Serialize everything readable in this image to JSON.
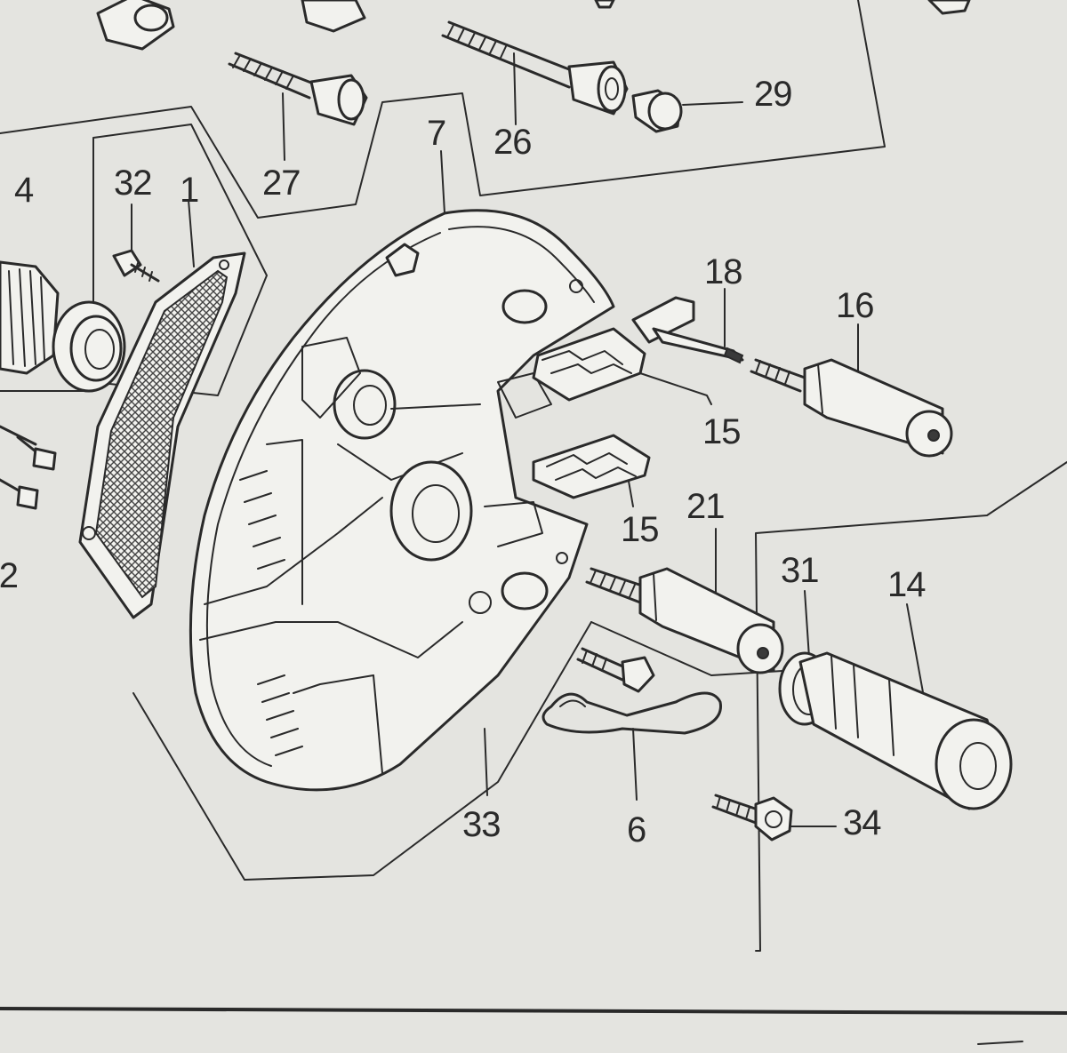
{
  "diagram": {
    "callouts": {
      "c29": "29",
      "c26": "26",
      "c7": "7",
      "c27": "27",
      "c32": "32",
      "c1": "1",
      "c4": "4",
      "c18": "18",
      "c16": "16",
      "c15a": "15",
      "c15b": "15",
      "c21": "21",
      "c31": "31",
      "c14": "14",
      "c33": "33",
      "c6": "6",
      "c34": "34",
      "c2": "2"
    }
  }
}
